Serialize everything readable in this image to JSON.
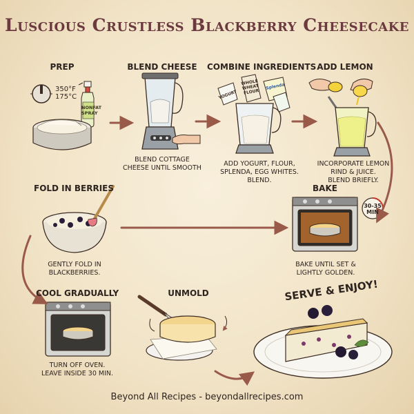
{
  "title": "Luscious Crustless Blackberry Cheesecake",
  "steps": {
    "prep": {
      "label": "PREP",
      "temp_f": "350°F",
      "temp_c": "175°C",
      "spray_line1": "NONFAT",
      "spray_line2": "SPRAY"
    },
    "blend_cheese": {
      "label": "BLEND CHEESE",
      "caption_line1": "BLEND COTTAGE",
      "caption_line2": "CHEESE UNTIL SMOOTH"
    },
    "combine": {
      "label": "COMBINE INGREDIENTS",
      "caption_line1": "ADD YOGURT, FLOUR,",
      "caption_line2": "SPLENDA, EGG WHITES.",
      "caption_line3": "BLEND.",
      "yogurt_label": "YOGURT",
      "flour_line1": "WHOLE",
      "flour_line2": "WHEAT",
      "flour_line3": "FLOUR",
      "splenda_label": "Splenda"
    },
    "add_lemon": {
      "label": "ADD LEMON",
      "caption_line1": "INCORPORATE LEMON",
      "caption_line2": "RIND & JUICE.",
      "caption_line3": "BLEND BRIEFLY."
    },
    "fold": {
      "label": "FOLD IN BERRIES",
      "caption_line1": "GENTLY FOLD IN",
      "caption_line2": "BLACKBERRIES."
    },
    "bake": {
      "label": "BAKE",
      "timer_line1": "30-35",
      "timer_line2": "MIN",
      "caption_line1": "BAKE UNTIL SET &",
      "caption_line2": "LIGHTLY GOLDEN."
    },
    "cool": {
      "label": "COOL GRADUALLY",
      "caption_line1": "TURN OFF OVEN.",
      "caption_line2": "LEAVE INSIDE 30 MIN."
    },
    "unmold": {
      "label": "UNMOLD"
    },
    "serve": {
      "label": "SERVE & ENJOY!"
    }
  },
  "footer": "Beyond All Recipes - beyondallrecipes.com",
  "colors": {
    "title": "#6b3a3f",
    "arrow": "#9a5a4a",
    "background": "#f4e8cf"
  }
}
